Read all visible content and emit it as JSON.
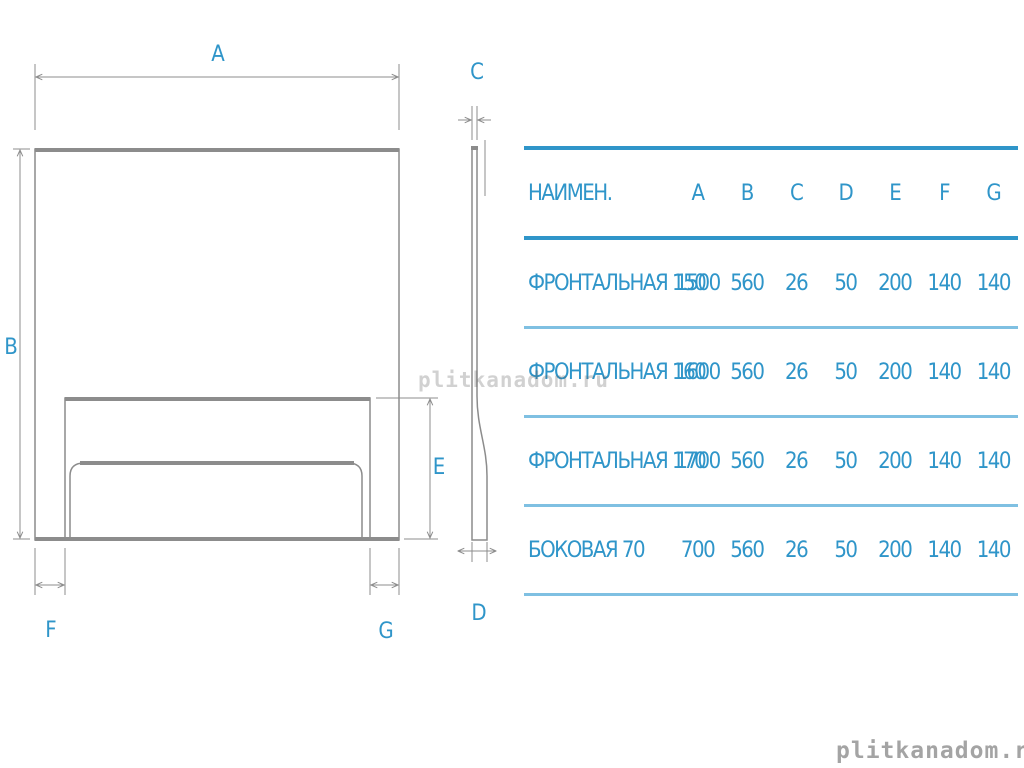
{
  "diagram": {
    "labels": {
      "A": "A",
      "B": "B",
      "C": "C",
      "D": "D",
      "E": "E",
      "F": "F",
      "G": "G"
    }
  },
  "table": {
    "headers": [
      "НАИМЕН.",
      "A",
      "B",
      "C",
      "D",
      "E",
      "F",
      "G"
    ],
    "rows": [
      [
        "ФРОНТАЛЬНАЯ 150",
        "1500",
        "560",
        "26",
        "50",
        "200",
        "140",
        "140"
      ],
      [
        "ФРОНТАЛЬНАЯ 160",
        "1600",
        "560",
        "26",
        "50",
        "200",
        "140",
        "140"
      ],
      [
        "ФРОНТАЛЬНАЯ 170",
        "1700",
        "560",
        "26",
        "50",
        "200",
        "140",
        "140"
      ],
      [
        "БОКОВАЯ 70",
        "700",
        "560",
        "26",
        "50",
        "200",
        "140",
        "140"
      ]
    ]
  },
  "watermark": {
    "center": "plitkanadom.ru",
    "corner": "plitkanadom.ru"
  },
  "colors": {
    "accent": "#2f95c9",
    "outline": "#8c8c8c"
  }
}
